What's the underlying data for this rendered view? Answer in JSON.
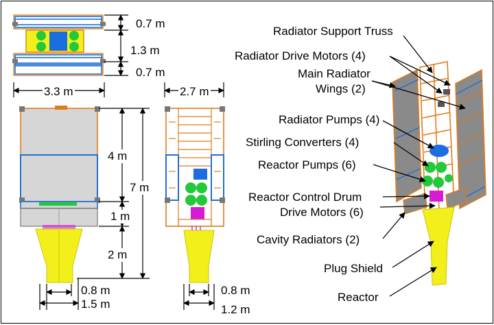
{
  "dimensions": {
    "top_view_gap_top": "0.7 m",
    "top_view_mid": "1.3 m",
    "top_view_gap_bottom": "0.7 m",
    "width_side": "3.3 m",
    "width_front": "2.7 m",
    "radiator_height": "4 m",
    "total_height": "7 m",
    "control_height": "1 m",
    "reactor_height": "2 m",
    "reactor_top_width_left": "0.8 m",
    "reactor_bottom_width_left": "1.5 m",
    "reactor_top_width_right": "0.8 m",
    "reactor_bottom_width_right": "1.2 m"
  },
  "callouts": {
    "support_truss": "Radiator Support Truss",
    "drive_motors": "Radiator Drive Motors (4)",
    "main_wings_line1": "Main Radiator",
    "main_wings_line2": "Wings (2)",
    "radiator_pumps": "Radiator Pumps (4)",
    "stirling": "Stirling Converters (4)",
    "reactor_pumps": "Reactor Pumps (6)",
    "control_drum_line1": "Reactor Control Drum",
    "control_drum_line2": "Drive Motors (6)",
    "cavity_radiators": "Cavity Radiators (2)",
    "plug_shield": "Plug Shield",
    "reactor": "Reactor"
  },
  "colors": {
    "truss": "#e07b1a",
    "pipe_blue": "#1f6fd1",
    "panel_gray": "#d6d6d6",
    "converter_green": "#22c93a",
    "pump_blue": "#1a6ee0",
    "magenta": "#d61ad6",
    "shield_yellow": "#f2ef1a"
  }
}
